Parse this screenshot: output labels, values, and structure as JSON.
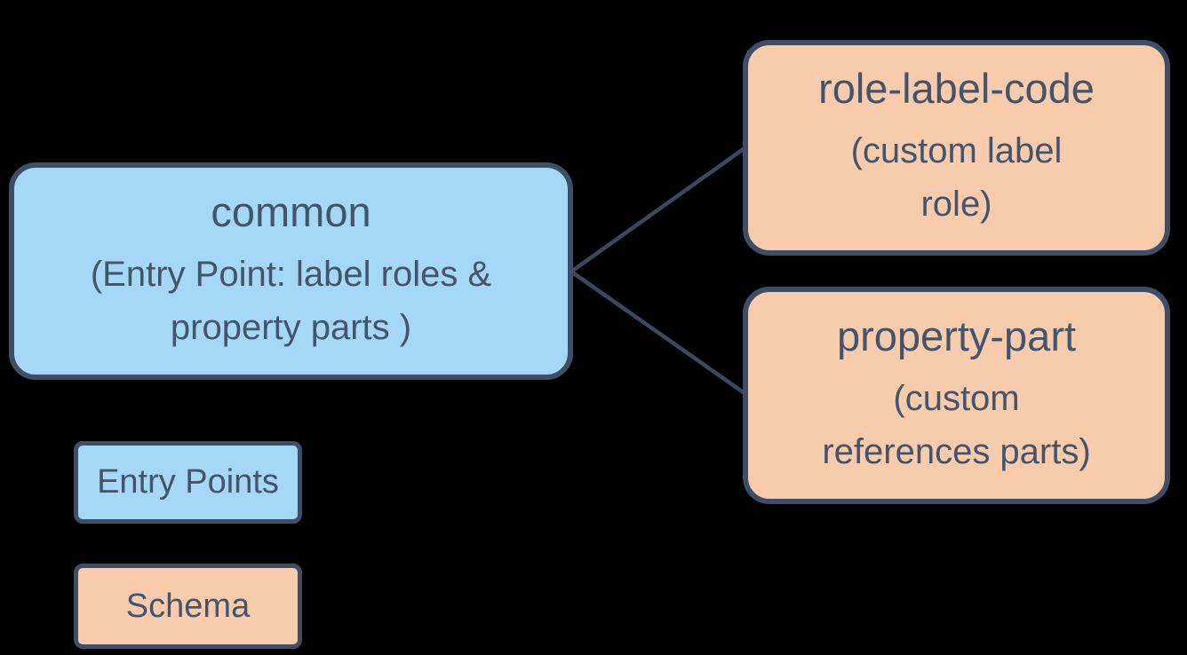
{
  "canvas": {
    "background": "#000000"
  },
  "colors": {
    "entry_fill": "#a5d8f6",
    "schema_fill": "#f8cbad",
    "border": "#3f4e66",
    "text": "#44546a",
    "line": "#3c485d",
    "background": "#000000"
  },
  "nodes": {
    "common": {
      "title": "common",
      "subtitle_lines": [
        "(Entry Point: label roles &",
        "property parts )"
      ]
    },
    "role_label_code": {
      "title": "role-label-code",
      "subtitle_lines": [
        "(custom label",
        "role)"
      ]
    },
    "property_part": {
      "title": "property-part",
      "subtitle_lines": [
        "(custom",
        "references parts)"
      ]
    }
  },
  "legend": {
    "entry_points_label": "Entry Points",
    "schema_label": "Schema"
  }
}
